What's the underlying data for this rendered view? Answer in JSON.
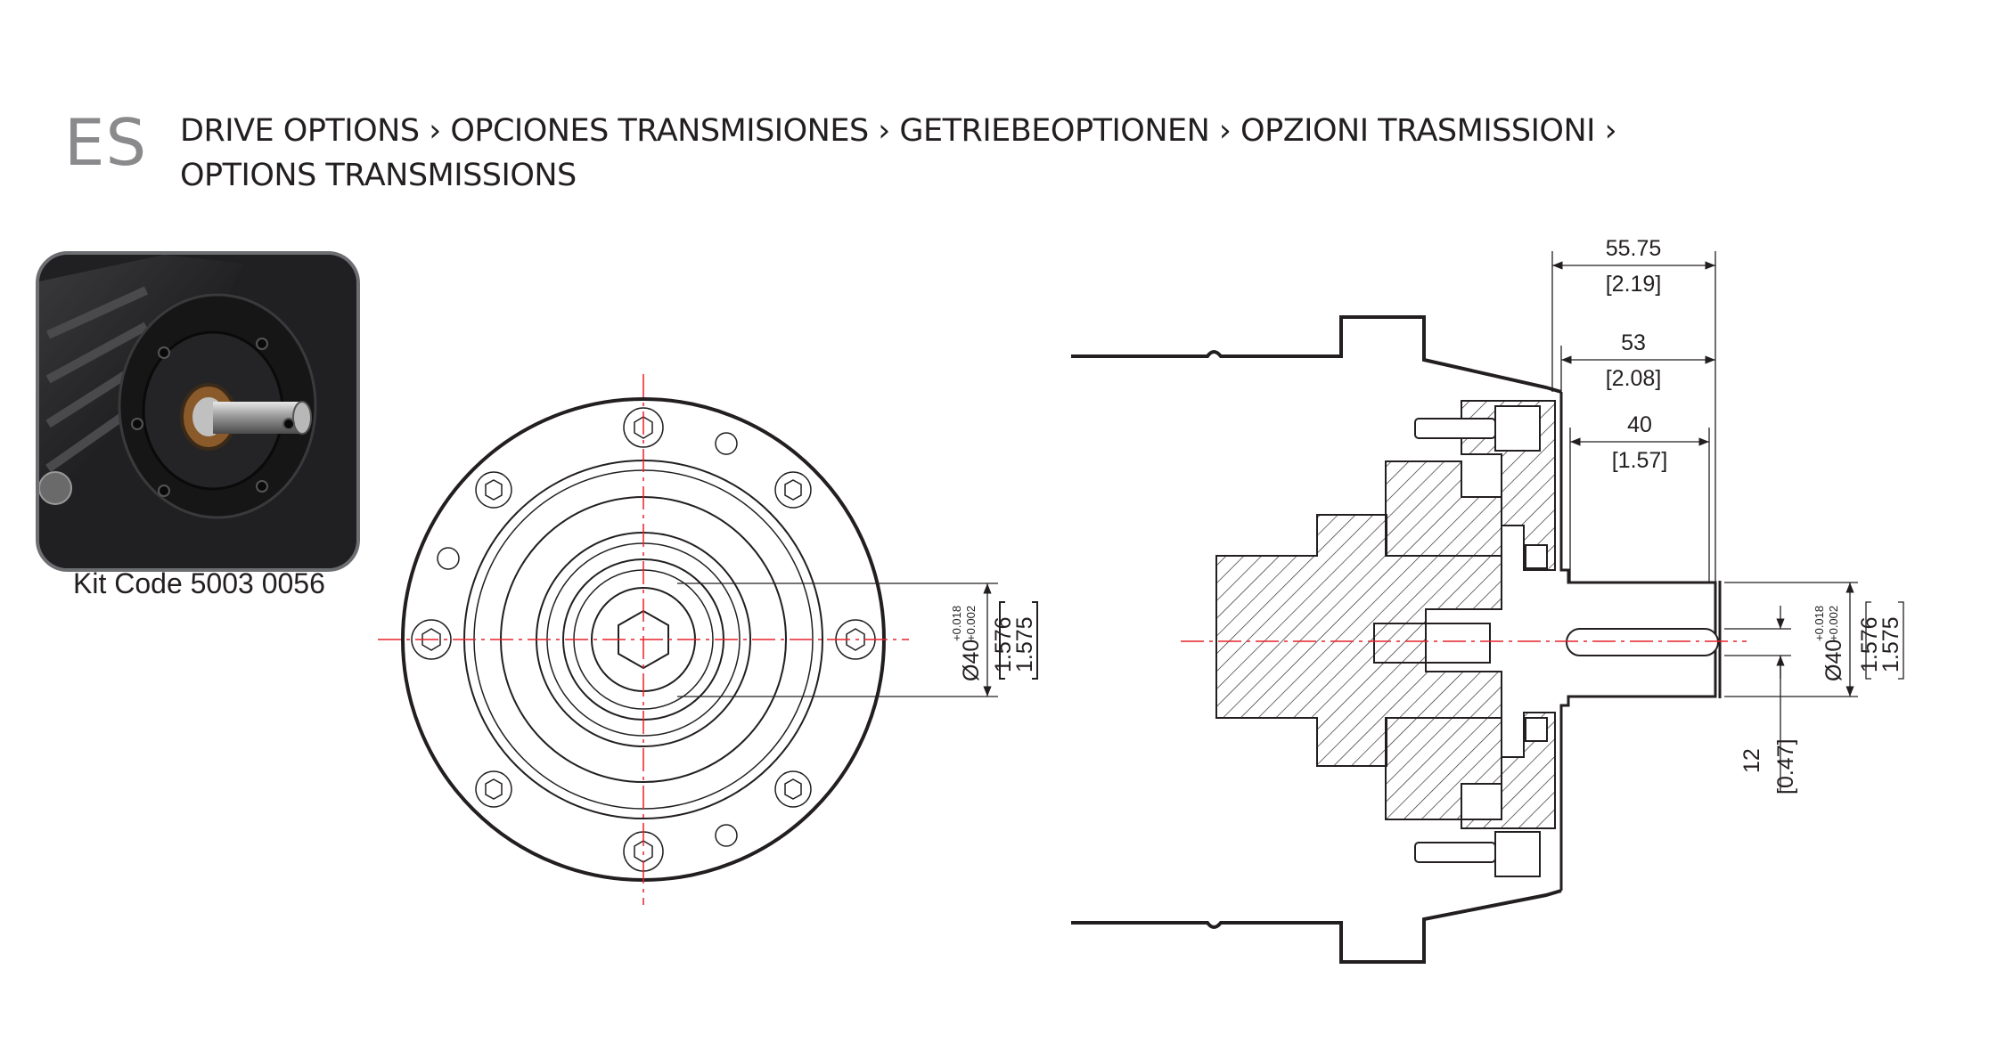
{
  "header": {
    "code": "ES",
    "line1": "DRIVE OPTIONS › OPCIONES TRANSMISIONES › GETRIEBEOPTIONEN › OPZIONI TRASMISSIONI ›",
    "line2": "OPTIONS TRANSMISSIONS"
  },
  "photo": {
    "caption": "Kit Code 5003 0056"
  },
  "front_view": {
    "diameter_label": "Ø40",
    "tol_upper": "+0.018",
    "tol_lower": "+0.002",
    "inch_upper": "1.576",
    "inch_lower": "1.575"
  },
  "side_view": {
    "dim_a_mm": "55.75",
    "dim_a_in": "[2.19]",
    "dim_b_mm": "53",
    "dim_b_in": "[2.08]",
    "dim_c_mm": "40",
    "dim_c_in": "[1.57]",
    "diameter_label": "Ø40",
    "tol_upper": "+0.018",
    "tol_lower": "+0.002",
    "inch_upper": "1.576",
    "inch_lower": "1.575",
    "key_mm": "12",
    "key_in": "[0.47]"
  },
  "colors": {
    "line": "#231f20",
    "centerline": "#e5242b",
    "heading": "#231f20",
    "code": "#8a8a8c"
  }
}
